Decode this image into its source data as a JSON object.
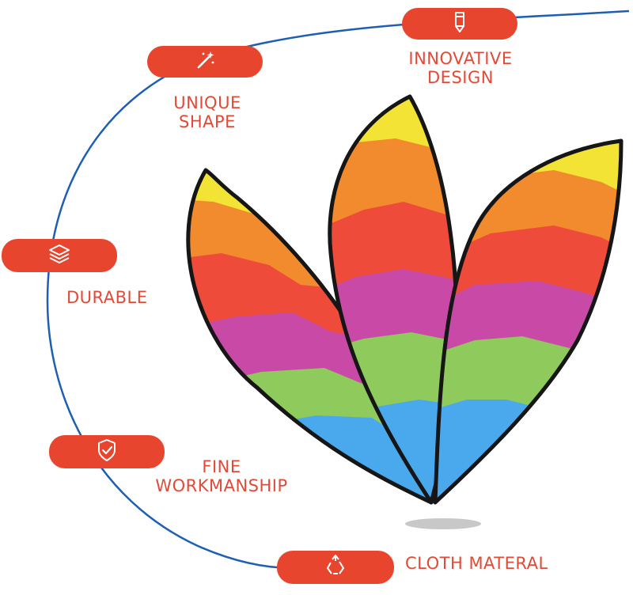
{
  "features": [
    {
      "id": "unique-shape",
      "label": "UNIQUE\nSHAPE",
      "icon": "magic-wand-icon"
    },
    {
      "id": "innovative-design",
      "label": "INNOVATIVE\nDESIGN",
      "icon": "pencil-icon"
    },
    {
      "id": "durable",
      "label": "DURABLE",
      "icon": "layers-icon"
    },
    {
      "id": "fine-workmanship",
      "label": "FINE\nWORKMANSHIP",
      "icon": "shield-check-icon"
    },
    {
      "id": "cloth-material",
      "label": "CLOTH MATERAL",
      "icon": "recycle-icon"
    }
  ],
  "colors": {
    "accent": "#e8452f",
    "arc": "#1f5fb3",
    "stripes": [
      "#f2e335",
      "#f28a2e",
      "#ee4b3a",
      "#c84aa6",
      "#8fca5c",
      "#4aa9ec"
    ]
  }
}
